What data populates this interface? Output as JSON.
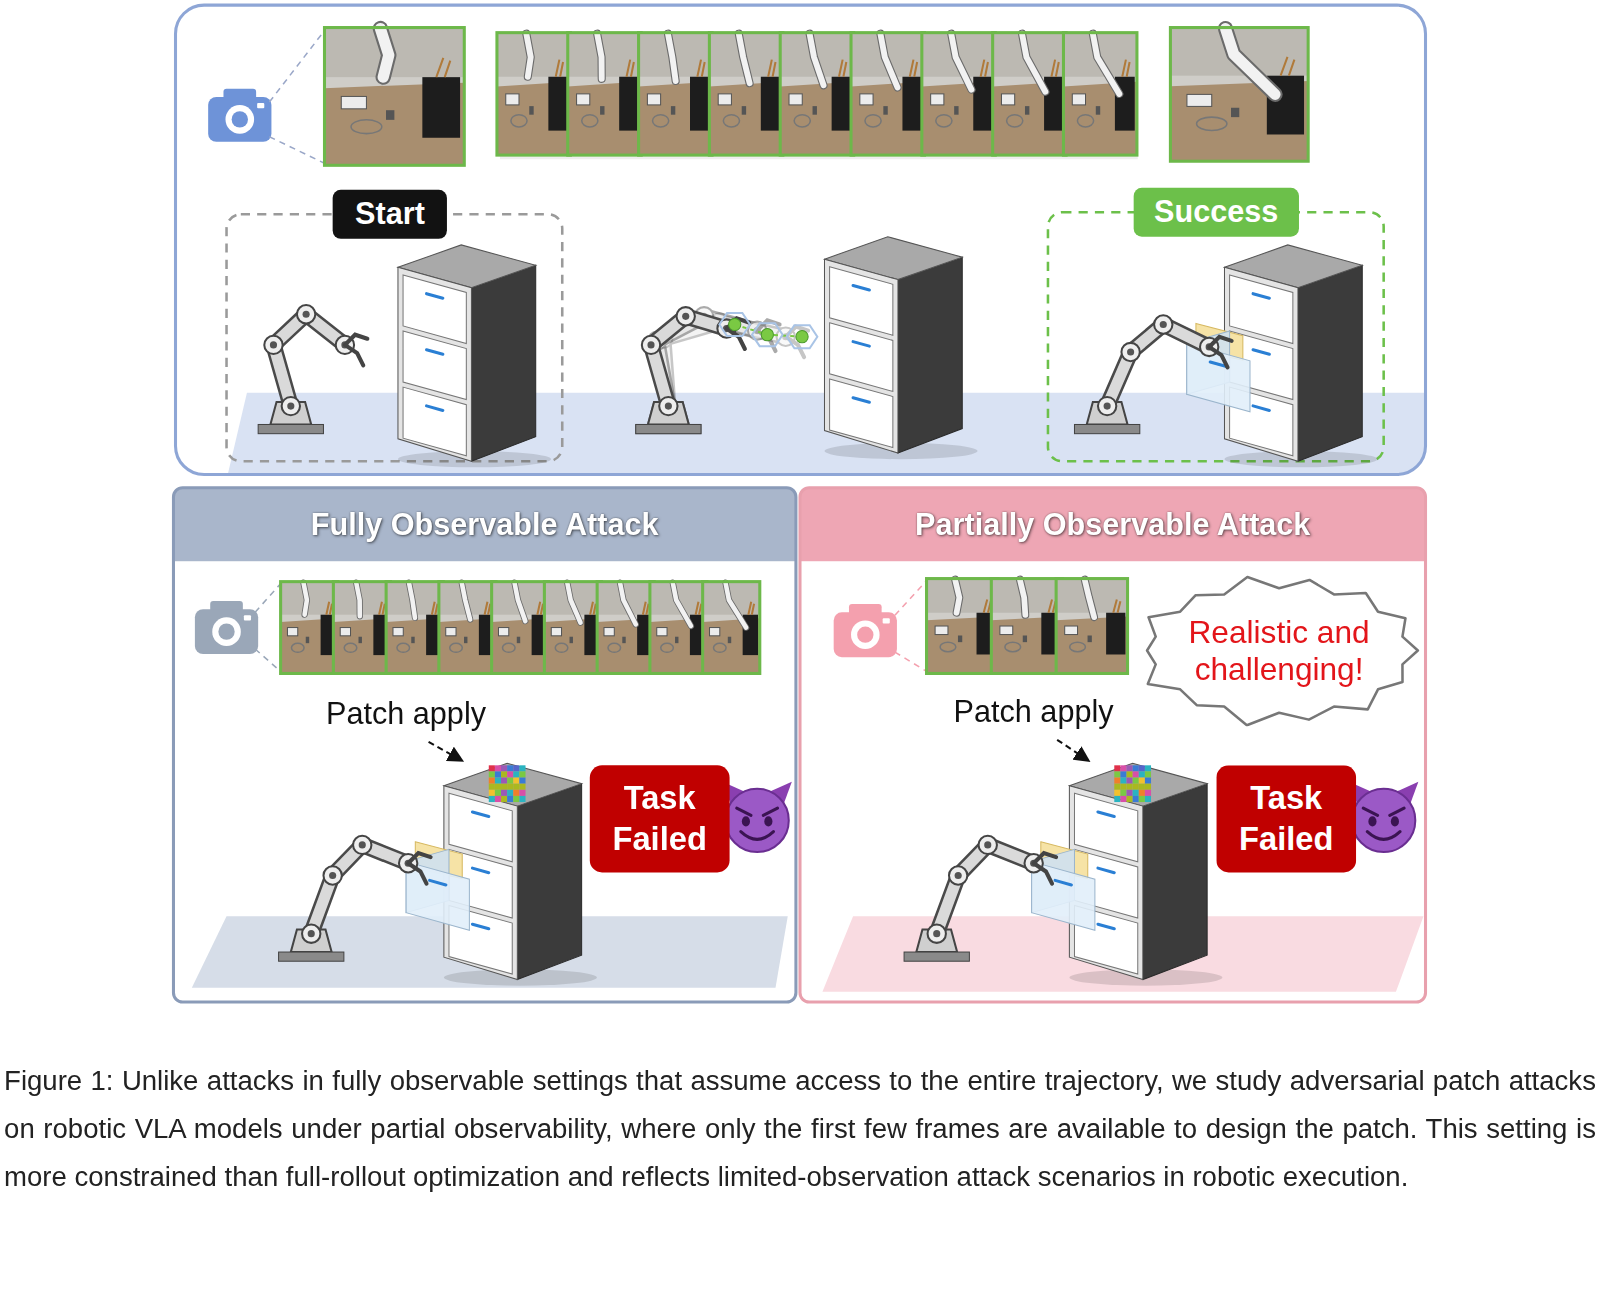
{
  "diagram": {
    "caption": "Figure 1: Unlike attacks in fully observable settings that assume access to the entire trajectory, we study adversarial patch attacks on robotic VLA models under partial observability, where only the first few frames are available to design the patch. This setting is more constrained than full-rollout optimization and reflects limited-observation attack scenarios in robotic execution.",
    "nodes": [
      {
        "text": [
          "Start"
        ]
      },
      {
        "text": [
          "Success"
        ]
      },
      {
        "text": [
          "Fully Observable Attack"
        ]
      },
      {
        "text": [
          "Task Failed"
        ],
        "in": 2
      },
      {
        "text": [
          "Partially Observable Attack"
        ]
      },
      {
        "text": [
          "Realistic and challenging!"
        ],
        "in": 4
      },
      {
        "text": [
          "Task Failed"
        ],
        "in": 4
      }
    ],
    "labels": [
      "Patch apply",
      "Patch apply"
    ]
  }
}
